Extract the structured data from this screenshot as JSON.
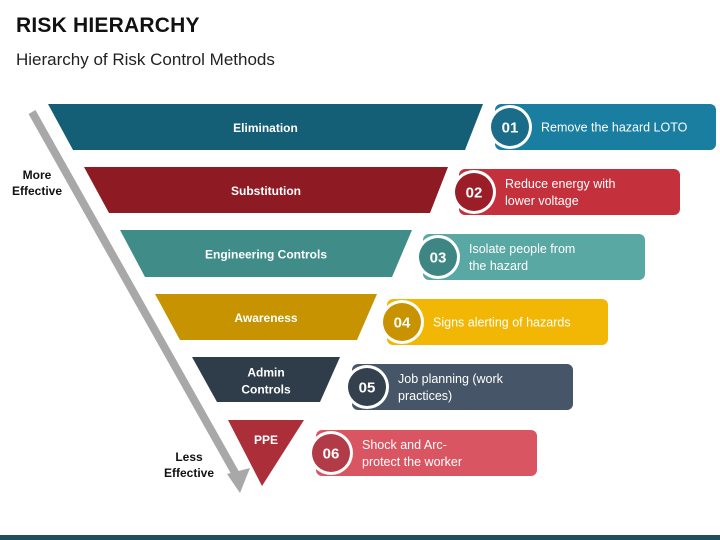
{
  "header": {
    "title": "RISK HIERARCHY",
    "subtitle": "Hierarchy of Risk Control Methods"
  },
  "scale": {
    "top_label": [
      "More",
      "Effective"
    ],
    "bottom_label": [
      "Less",
      "Effective"
    ]
  },
  "levels": [
    {
      "number": "01",
      "label": [
        "Elimination"
      ],
      "description": [
        "Remove the hazard LOTO"
      ],
      "color": "#1a7ea0",
      "num_color": "#1a6c88"
    },
    {
      "number": "02",
      "label": [
        "Substitution"
      ],
      "description": [
        "Reduce energy with",
        "lower voltage"
      ],
      "color": "#c4313d",
      "num_color": "#9b1d27"
    },
    {
      "number": "03",
      "label": [
        "Engineering Controls"
      ],
      "description": [
        "Isolate people from",
        "the hazard"
      ],
      "color": "#5aa8a4",
      "num_color": "#3e8683"
    },
    {
      "number": "04",
      "label": [
        "Awareness"
      ],
      "description": [
        "Signs alerting of hazards"
      ],
      "color": "#f2b705",
      "num_color": "#c99200"
    },
    {
      "number": "05",
      "label": [
        "Admin",
        "Controls"
      ],
      "description": [
        "Job planning (work",
        "practices)"
      ],
      "color": "#465668",
      "num_color": "#34404e"
    },
    {
      "number": "06",
      "label": [
        "PPE"
      ],
      "description": [
        "Shock and Arc-",
        "protect the worker"
      ],
      "color": "#d95561",
      "num_color": "#b13b47"
    }
  ],
  "colors": {
    "trap_fills": [
      "#145e76",
      "#8e1b24",
      "#3f8c88",
      "#c79300",
      "#2f3d4b",
      "#ab2e39"
    ],
    "arrow": "#a8a8a8",
    "accent_bar": "#1f4e5f"
  },
  "icons": [
    "arrow-down-icon"
  ]
}
